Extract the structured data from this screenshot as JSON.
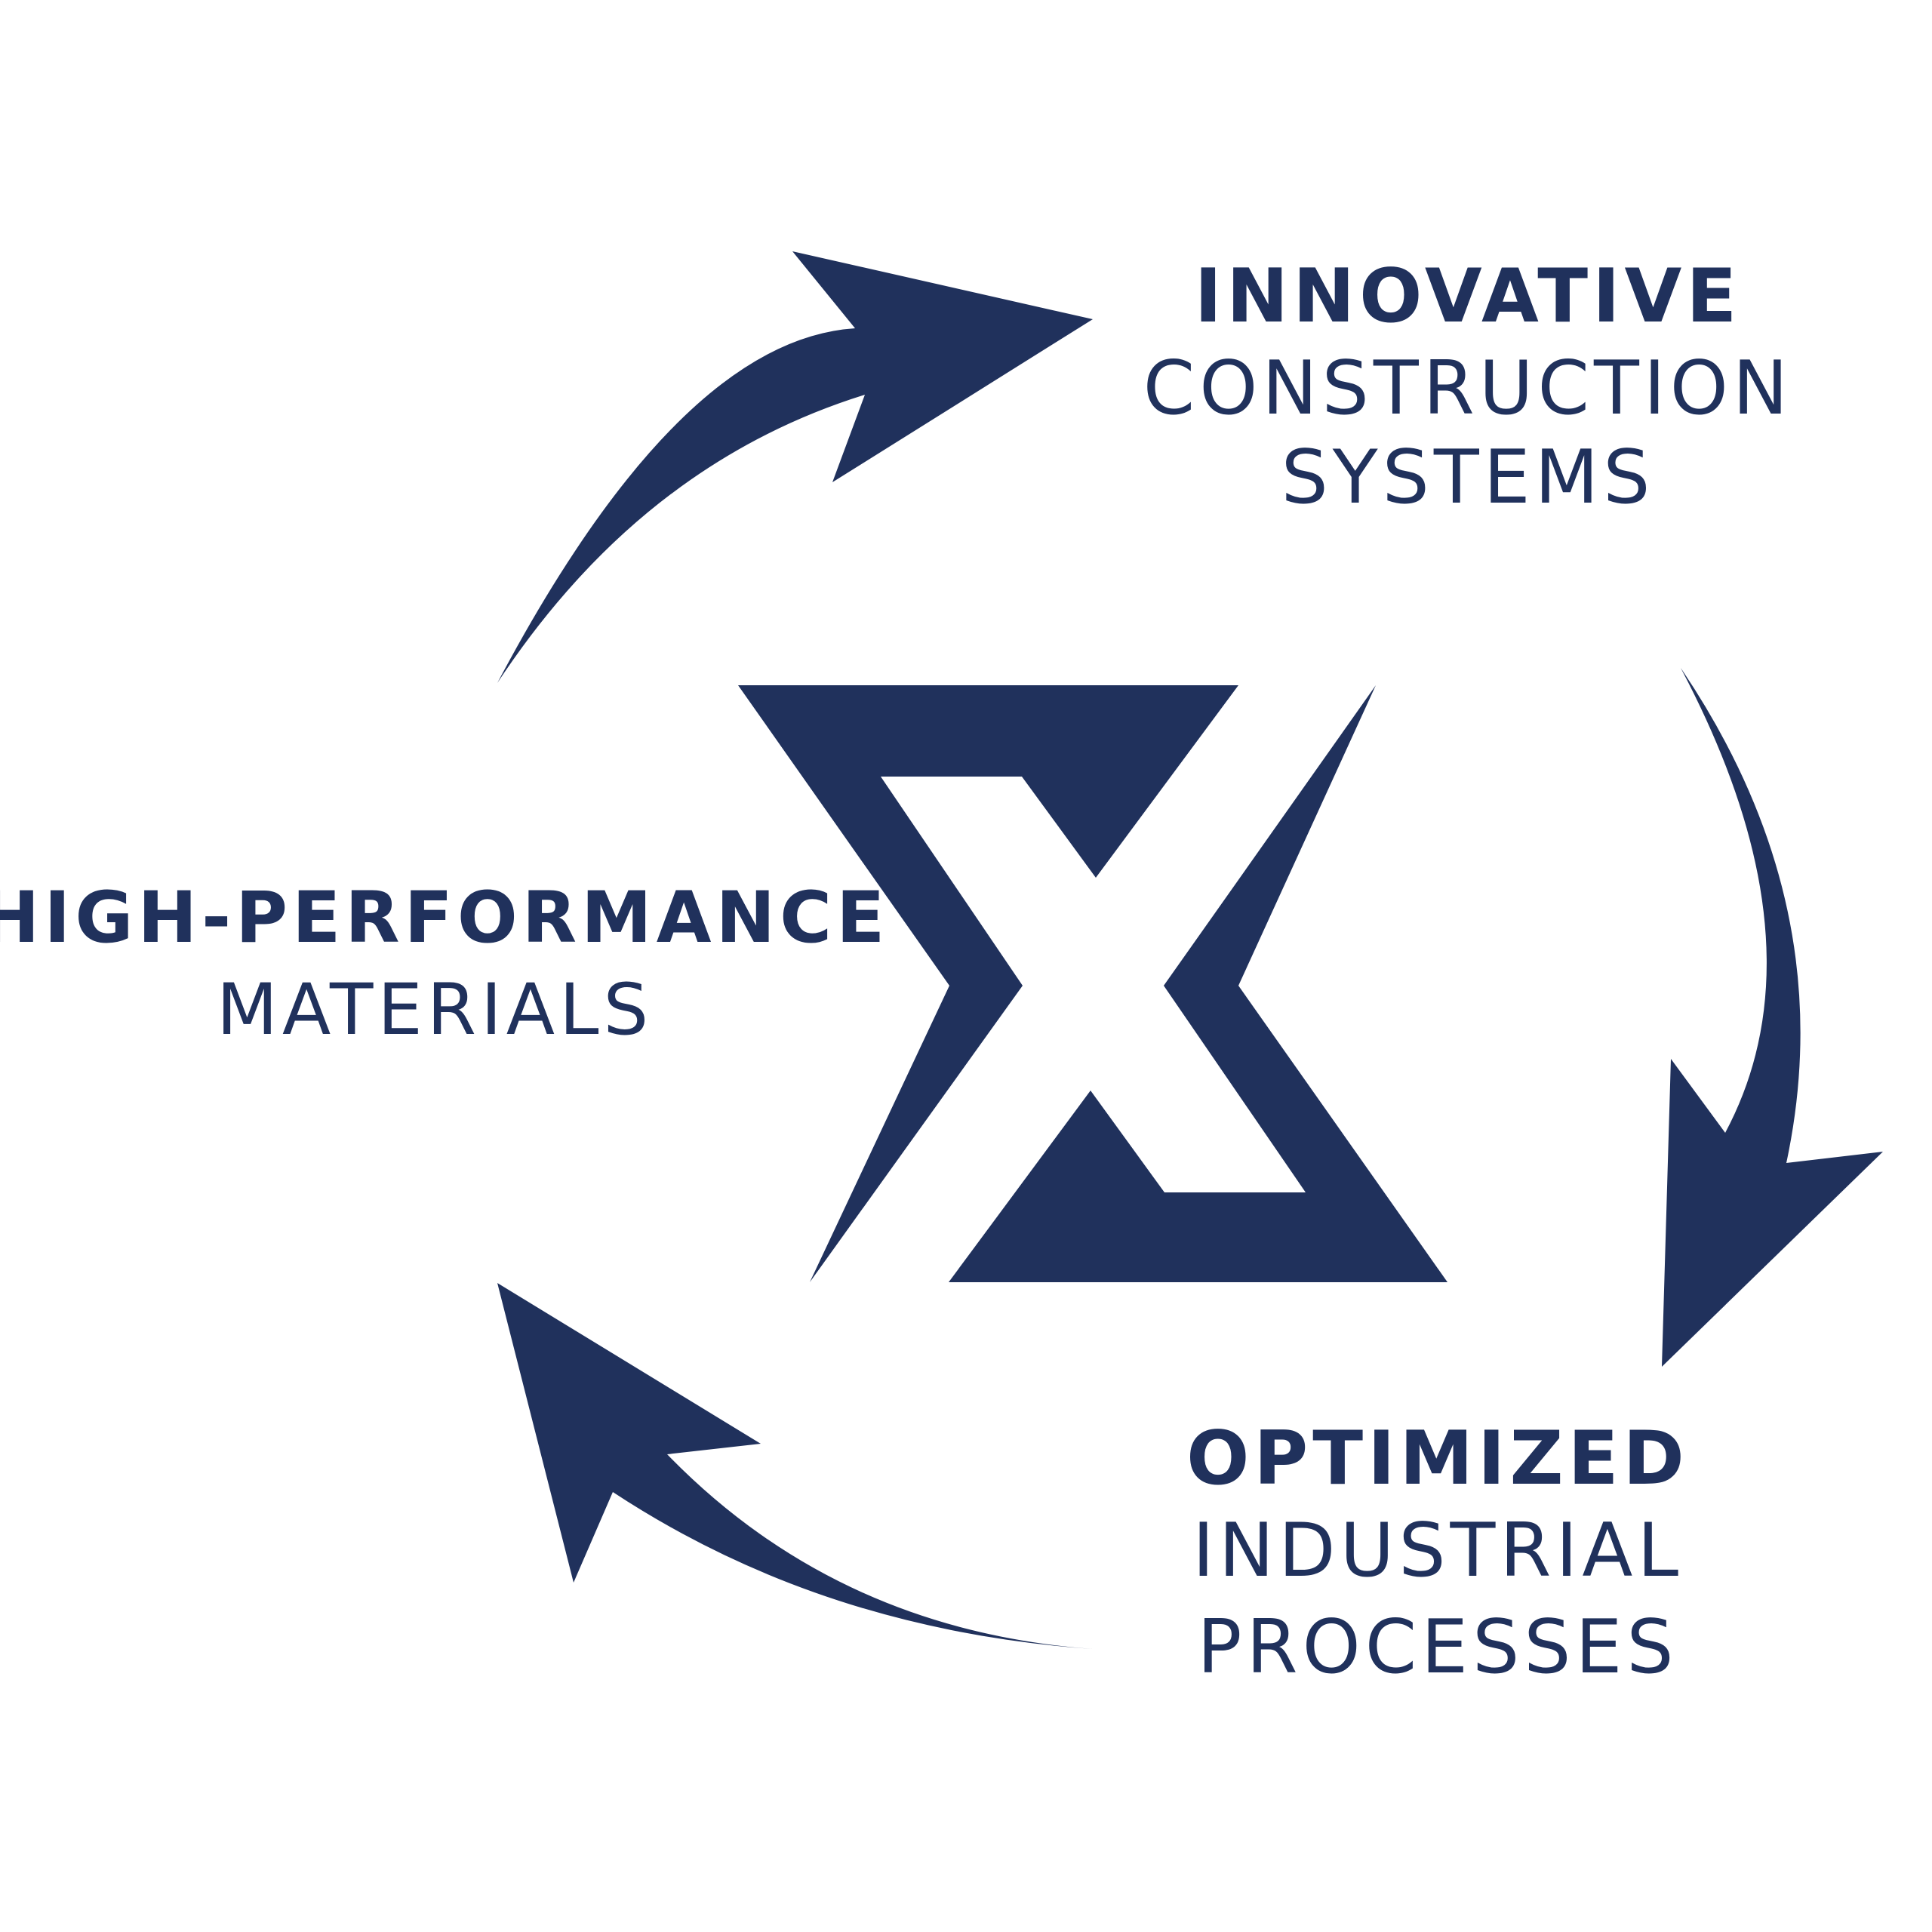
{
  "theme": {
    "primary": "#20315c",
    "background": "#ffffff"
  },
  "center_logo": {
    "icon": "sigma-hourglass-logo"
  },
  "nodes": [
    {
      "id": "innovative",
      "bold": "INNOVATIVE",
      "lines": [
        "CONSTRUCTION",
        "SYSTEMS"
      ]
    },
    {
      "id": "optimized",
      "bold": "OPTIMIZED",
      "lines": [
        "INDUSTRIAL",
        "PROCESSES"
      ]
    },
    {
      "id": "high-performance",
      "bold": "HIGH-PERFORMANCE",
      "lines": [
        "MATERIALS"
      ]
    }
  ],
  "arrows": [
    {
      "icon": "cycle-arrow-icon",
      "from": "high-performance",
      "to": "innovative"
    },
    {
      "icon": "cycle-arrow-icon",
      "from": "innovative",
      "to": "optimized"
    },
    {
      "icon": "cycle-arrow-icon",
      "from": "optimized",
      "to": "high-performance"
    }
  ]
}
